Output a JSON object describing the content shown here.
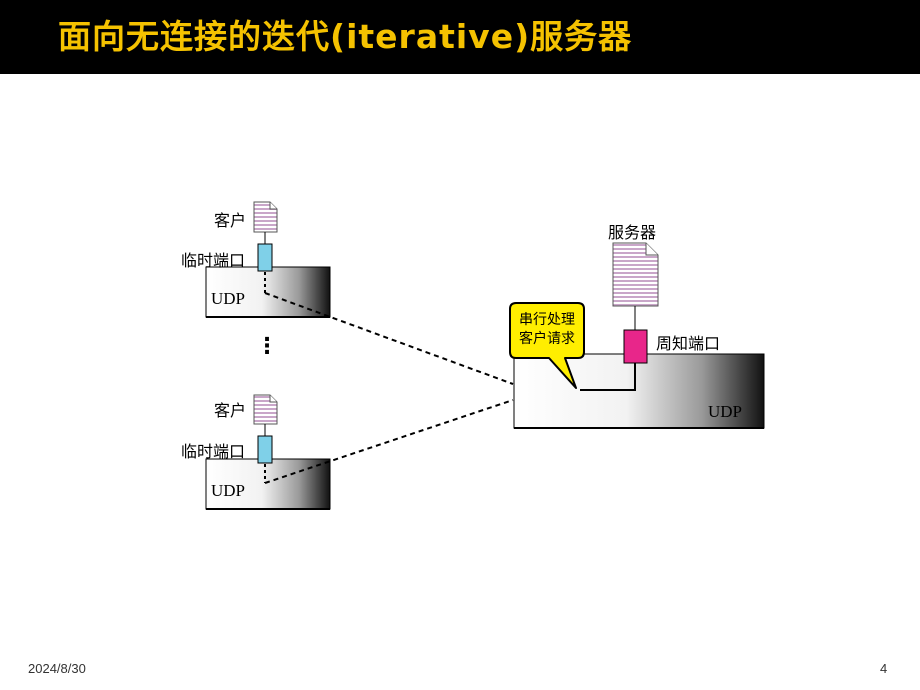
{
  "slide": {
    "title": "面向无连接的迭代(iterative)服务器",
    "date": "2024/8/30",
    "page_number": "4"
  },
  "diagram": {
    "client_label": "客户",
    "ephemeral_port_label": "临时端口",
    "udp_label": "UDP",
    "ellipsis": "⋮",
    "server_label": "服务器",
    "well_known_port_label": "周知端口",
    "callout_line1": "串行处理",
    "callout_line2": "客户请求"
  },
  "colors": {
    "title_bar": "#000000",
    "title_text": "#f5c200",
    "ephemeral_port": "#7fd0e8",
    "well_known_port": "#e8268a",
    "callout_fill": "#ffee00"
  }
}
